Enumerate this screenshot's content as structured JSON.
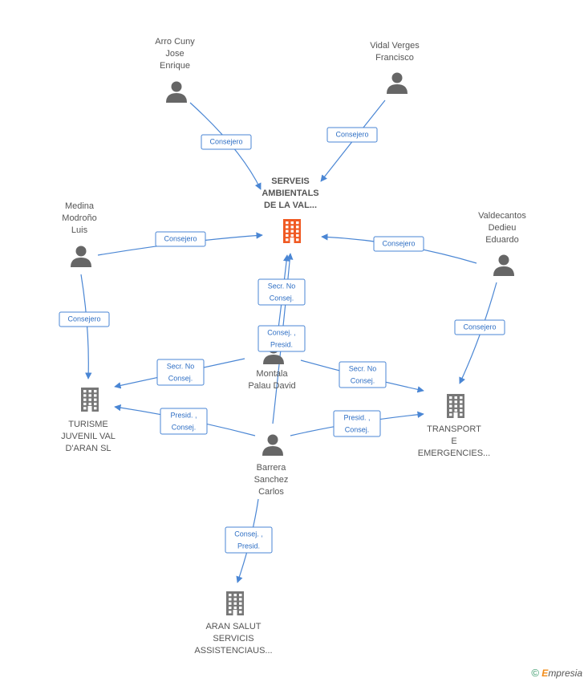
{
  "colors": {
    "edge": "#4a86d4",
    "person": "#666666",
    "company": "#777777",
    "focus_company": "#f05a23"
  },
  "nodes": [
    {
      "id": "serveis",
      "type": "company",
      "focus": true,
      "lines": [
        "SERVEIS",
        "AMBIENTALS",
        "DE LA VAL..."
      ],
      "icon": "building-icon"
    },
    {
      "id": "arro",
      "type": "person",
      "lines": [
        "Arro Cuny",
        "Jose",
        "Enrique"
      ],
      "icon": "person-icon"
    },
    {
      "id": "vidal",
      "type": "person",
      "lines": [
        "Vidal Verges",
        "Francisco"
      ],
      "icon": "person-icon"
    },
    {
      "id": "medina",
      "type": "person",
      "lines": [
        "Medina",
        "Modroño",
        "Luis"
      ],
      "icon": "person-icon"
    },
    {
      "id": "valdecantos",
      "type": "person",
      "lines": [
        "Valdecantos",
        "Dedieu",
        "Eduardo"
      ],
      "icon": "person-icon"
    },
    {
      "id": "montala",
      "type": "person",
      "lines": [
        "Montala",
        "Palau David"
      ],
      "icon": "person-icon"
    },
    {
      "id": "turisme",
      "type": "company",
      "lines": [
        "TURISME",
        "JUVENIL VAL",
        "D'ARAN SL"
      ],
      "icon": "building-icon"
    },
    {
      "id": "transport",
      "type": "company",
      "lines": [
        "TRANSPORT",
        "E",
        "EMERGENCIES..."
      ],
      "icon": "building-icon"
    },
    {
      "id": "barrera",
      "type": "person",
      "lines": [
        "Barrera",
        "Sanchez",
        "Carlos"
      ],
      "icon": "person-icon"
    },
    {
      "id": "aran",
      "type": "company",
      "lines": [
        "ARAN SALUT",
        "SERVICIS",
        "ASSISTENCIAUS..."
      ],
      "icon": "building-icon"
    }
  ],
  "edges": [
    {
      "from": "arro",
      "to": "serveis",
      "label": [
        "Consejero"
      ]
    },
    {
      "from": "vidal",
      "to": "serveis",
      "label": [
        "Consejero"
      ]
    },
    {
      "from": "medina",
      "to": "serveis",
      "label": [
        "Consejero"
      ]
    },
    {
      "from": "valdecantos",
      "to": "serveis",
      "label": [
        "Consejero"
      ]
    },
    {
      "from": "medina",
      "to": "turisme",
      "label": [
        "Consejero"
      ]
    },
    {
      "from": "valdecantos",
      "to": "transport",
      "label": [
        "Consejero"
      ]
    },
    {
      "from": "montala",
      "to": "serveis",
      "label": [
        "Secr.  No",
        "Consej."
      ]
    },
    {
      "from": "barrera",
      "to": "serveis",
      "label": [
        "Consej. ,",
        "Presid."
      ]
    },
    {
      "from": "montala",
      "to": "turisme",
      "label": [
        "Secr.  No",
        "Consej."
      ]
    },
    {
      "from": "montala",
      "to": "transport",
      "label": [
        "Secr.  No",
        "Consej."
      ]
    },
    {
      "from": "barrera",
      "to": "turisme",
      "label": [
        "Presid. ,",
        "Consej."
      ]
    },
    {
      "from": "barrera",
      "to": "transport",
      "label": [
        "Presid. ,",
        "Consej."
      ]
    },
    {
      "from": "barrera",
      "to": "aran",
      "label": [
        "Consej. ,",
        "Presid."
      ]
    }
  ],
  "footer": {
    "copyright": "©",
    "brand_initial": "E",
    "brand_rest": "mpresia"
  }
}
